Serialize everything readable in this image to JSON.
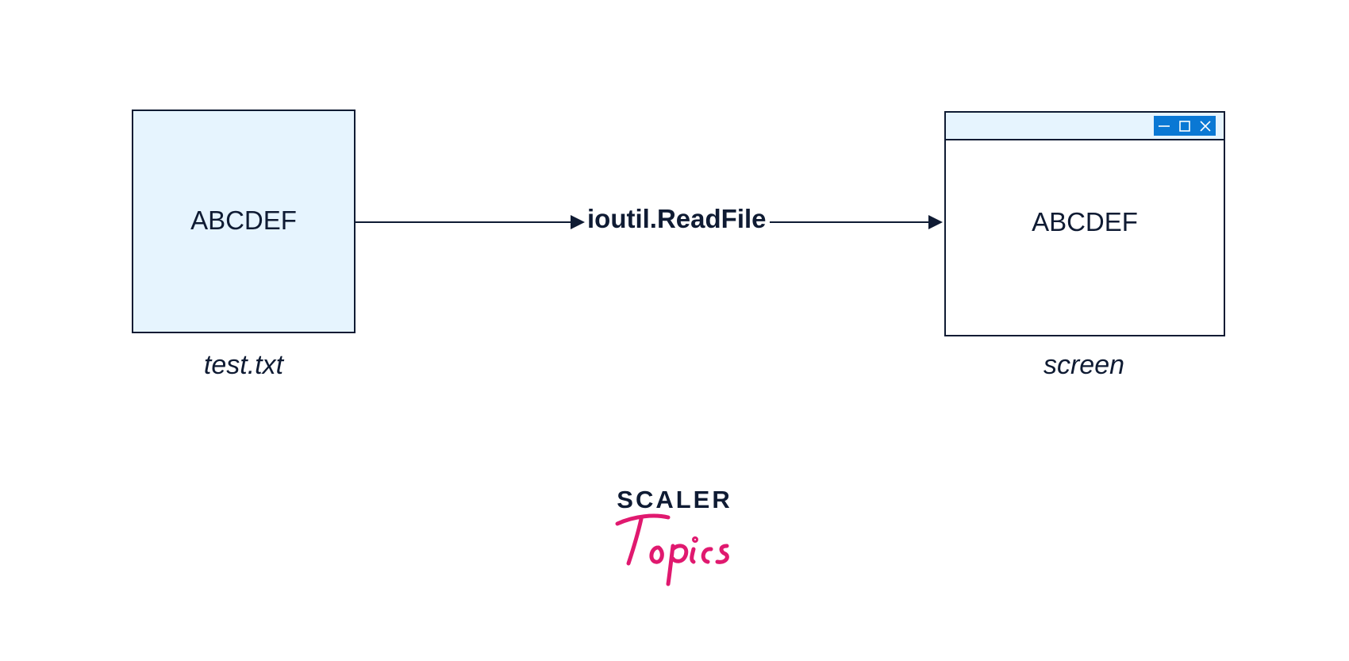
{
  "source": {
    "content": "ABCDEF",
    "caption": "test.txt"
  },
  "operation": {
    "label": "ioutil.ReadFile"
  },
  "destination": {
    "content": "ABCDEF",
    "caption": "screen"
  },
  "logo": {
    "brand_top": "SCALER",
    "brand_bottom": "Topics"
  },
  "colors": {
    "ink": "#0f1b33",
    "box_fill": "#e6f4fe",
    "window_controls": "#0a78d4",
    "logo_accent": "#e0196f"
  },
  "icons": [
    "minimize-icon",
    "maximize-icon",
    "close-icon"
  ]
}
